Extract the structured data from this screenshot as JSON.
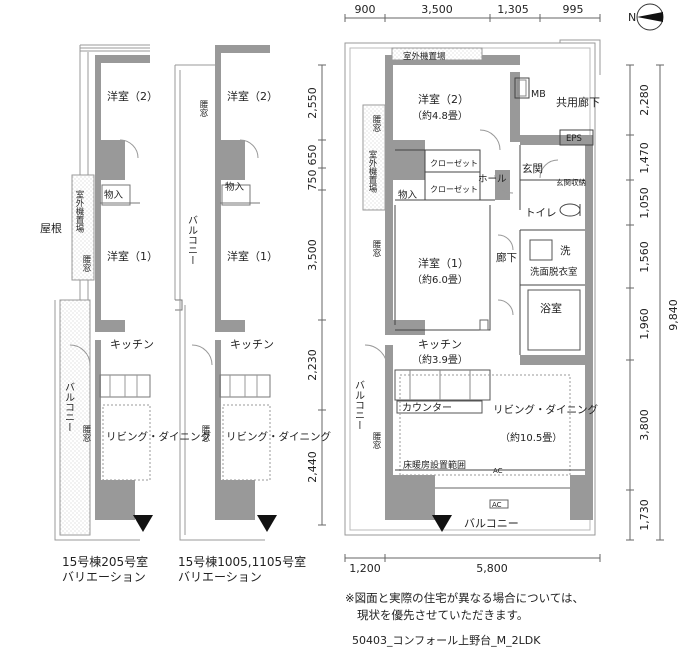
{
  "dims_top": [
    "900",
    "3,500",
    "1,305",
    "995"
  ],
  "dims_bottom": [
    "1,200",
    "5,800"
  ],
  "dims_left": [
    "2,550",
    "650",
    "750",
    "3,500",
    "2,230",
    "2,440"
  ],
  "dims_right_inner": [
    "2,280",
    "1,470",
    "1,050",
    "1,560",
    "1,960",
    "3,800",
    "1,730"
  ],
  "dims_right_total": "9,840",
  "north_label": "N",
  "variant_a": {
    "caption_line1": "15号棟205号室",
    "caption_line2": "バリエーション",
    "rooftop_label": "屋根",
    "room_western2": "洋室（2）",
    "room_storage": "物入",
    "room_outdoor_unit": "室外機置場",
    "room_western1": "洋室（1）",
    "room_koshimado1": "腰窓",
    "room_kitchen": "キッチン",
    "room_balcony": "バルコニー",
    "room_koshimado2": "腰窓",
    "room_living": "リビング・ダイニング"
  },
  "variant_b": {
    "caption_line1": "15号棟1005,1105号室",
    "caption_line2": "バリエーション",
    "room_koshimado_top": "腰窓",
    "room_western2": "洋室（2）",
    "room_storage": "物入",
    "room_balcony": "バルコニー",
    "room_western1": "洋室（1）",
    "room_kitchen": "キッチン",
    "room_koshimado": "腰窓",
    "room_living": "リビング・ダイニング"
  },
  "main": {
    "outdoor_unit_top": "室外機置場",
    "mb": "MB",
    "corridor_common": "共用廊下",
    "eps": "EPS",
    "western2": "洋室（2）",
    "western2_size": "（約4.8畳）",
    "koshimado1": "腰窓",
    "outdoor_unit_side": "室外機置場",
    "closet1": "クローゼット",
    "closet2": "クローゼット",
    "hall": "ホール",
    "entrance": "玄関",
    "entrance_storage": "玄関収納",
    "storage": "物入",
    "koshimado2": "腰窓",
    "toilet": "トイレ",
    "wash": "洗",
    "western1": "洋室（1）",
    "western1_size": "（約6.0畳）",
    "corridor": "廊下",
    "washroom": "洗面脱衣室",
    "bath": "浴室",
    "kitchen": "キッチン",
    "kitchen_size": "（約3.9畳）",
    "balcony_side": "バルコニー",
    "counter": "カウンター",
    "living": "リビング・ダイニング",
    "living_size": "（約10.5畳）",
    "koshimado3": "腰窓",
    "floor_heating": "床暖房設置範囲",
    "ac1": "AC",
    "ac2": "AC",
    "balcony_bottom": "バルコニー"
  },
  "note_line1": "※図面と実際の住宅が異なる場合については、",
  "note_line2": "現状を優先させていただきます。",
  "footer_code": "50403_コンフォール上野台_M_2LDK"
}
